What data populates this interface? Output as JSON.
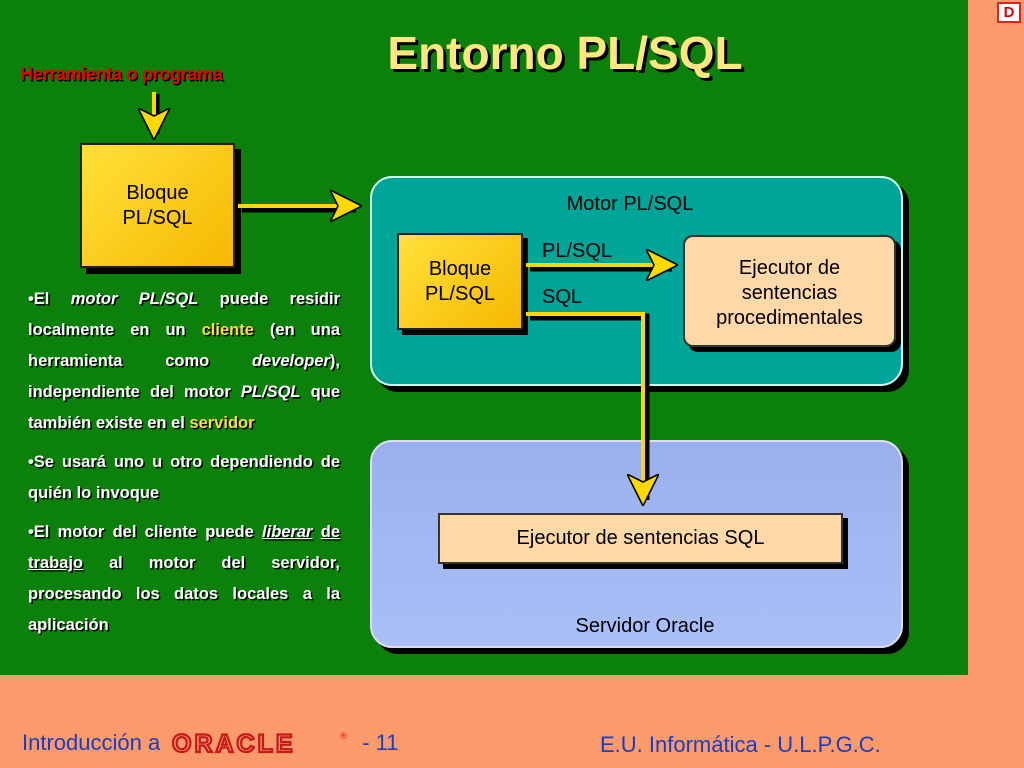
{
  "title": "Entorno PL/SQL",
  "corner_badge": "D",
  "tool_label": "Herramienta o programa",
  "bloque_left": [
    "Bloque",
    "PL/SQL"
  ],
  "motor": {
    "label": "Motor PL/SQL",
    "bloque": [
      "Bloque",
      "PL/SQL"
    ],
    "plsql_label": "PL/SQL",
    "sql_label": "SQL",
    "ejecutor": [
      "Ejecutor de",
      "sentencias",
      "procedimentales"
    ]
  },
  "server": {
    "label": "Servidor Oracle",
    "ejecutor_sql": "Ejecutor de sentencias SQL"
  },
  "bullets": {
    "b1": {
      "p1": "•El ",
      "motor": "motor PL/SQL",
      "p2": " puede residir localmente en un ",
      "cliente": "cliente",
      "p3": " (en una herramienta como ",
      "developer": "developer",
      "p4": "), independiente del motor ",
      "plsql": "PL/SQL",
      "p5": " que también existe en el ",
      "servidor": "servidor"
    },
    "b2": "•Se usará  uno u otro dependiendo de quién lo invoque",
    "b3": {
      "p1": "•El motor del cliente puede ",
      "liberar": "liberar",
      "space": " ",
      "trabajo": "de trabajo",
      "p2": " al motor del servidor, procesando los datos locales a la aplicación"
    }
  },
  "footer": {
    "intro": "Introducción a",
    "logo_text": "ORACLE",
    "logo_mark": "®",
    "page": "- 11",
    "institution": "E.U. Informática - U.L.P.G.C."
  },
  "colors": {
    "slide_bg": "#0b800b",
    "frame_bg": "#fb9a6a",
    "title": "#ffe680",
    "tool_label": "#e00000",
    "highlight": "#ffd84a",
    "motor_panel": "#00a59a",
    "server_panel": "#a4b8f4",
    "block_yellow": "#f9c80e",
    "executor_fill": "#ffd8a8",
    "arrow_yellow": "#ffd800",
    "footer_text": "#1a3ec0",
    "oracle_red": "#c81818"
  }
}
